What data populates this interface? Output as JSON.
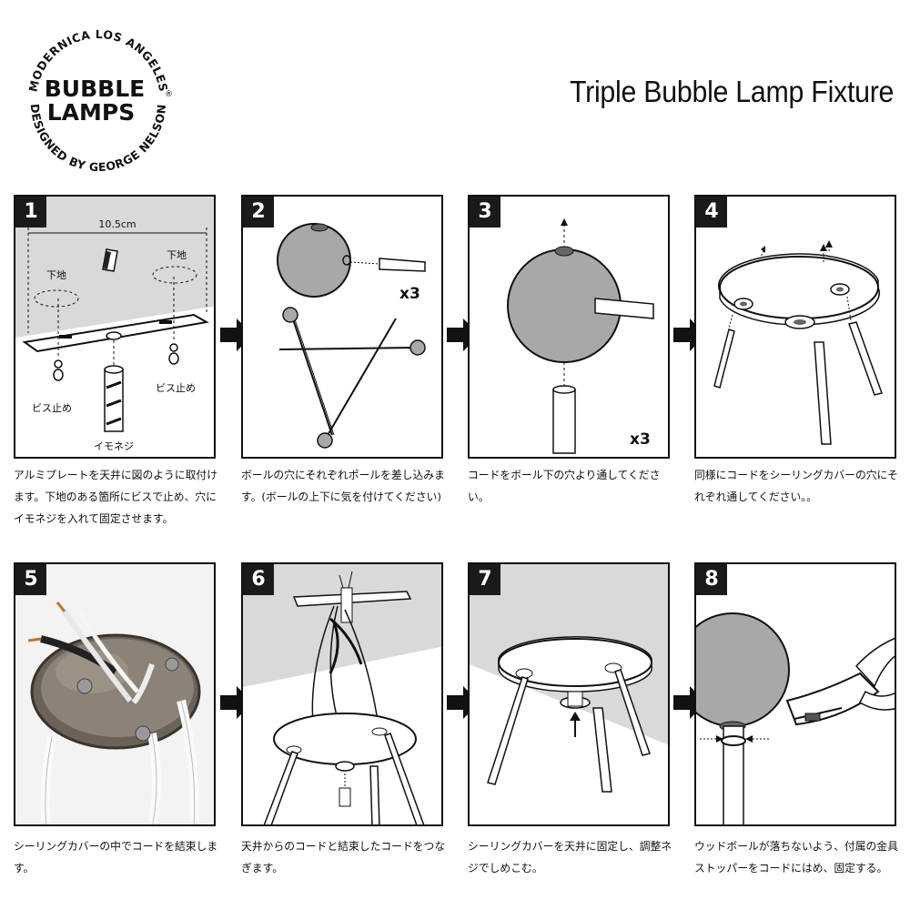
{
  "logo": {
    "top_arc": "MODERNICA LOS ANGELES",
    "line1": "BUBBLE",
    "line2": "LAMPS",
    "reg": "®",
    "bottom_arc": "DESIGNED BY GEORGE NELSON"
  },
  "title": "Triple Bubble Lamp Fixture",
  "steps": [
    {
      "num": "1",
      "caption": "アルミプレートを天井に図のように取付けます。下地のある箇所にビスで止め、穴にイモネジを入れて固定させます。",
      "labels": {
        "width": "10.5cm",
        "base_left": "下地",
        "base_right": "下地",
        "screw_left": "ビス止め",
        "screw_right": "ビス止め",
        "set_screw": "イモネジ"
      }
    },
    {
      "num": "2",
      "caption": "ボールの穴にそれぞれポールを差し込みます。(ボールの上下に気を付けてください)",
      "labels": {
        "mult": "x3"
      }
    },
    {
      "num": "3",
      "caption": "コードをボール下の穴より通してください。",
      "labels": {
        "mult": "x3"
      }
    },
    {
      "num": "4",
      "caption": "同様にコードをシーリングカバーの穴にそれぞれ通してください。。"
    },
    {
      "num": "5",
      "caption": "シーリングカバーの中でコードを結束します。"
    },
    {
      "num": "6",
      "caption": "天井からのコードと結束したコードをつなぎます。"
    },
    {
      "num": "7",
      "caption": "シーリングカバーを天井に固定し、調整ネジでしめこむ。"
    },
    {
      "num": "8",
      "caption": "ウッドボールが落ちないよう、付属の金具ストッパーをコードにはめ、固定する。"
    }
  ]
}
